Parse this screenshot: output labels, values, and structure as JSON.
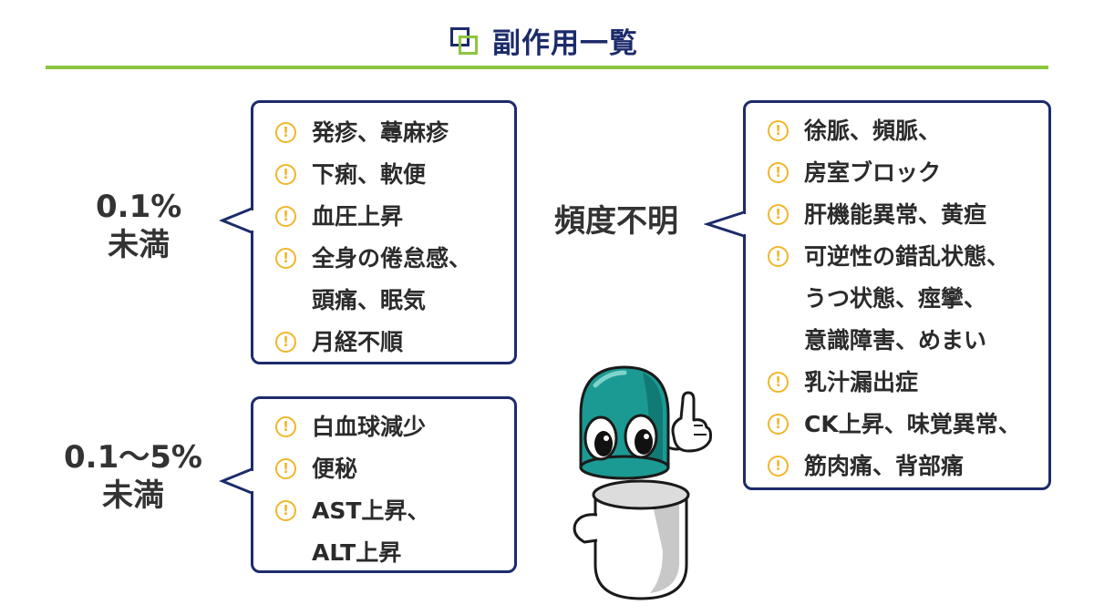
{
  "title": "副作用一覧",
  "colors": {
    "navy": "#1c2b6b",
    "green": "#8cc63f",
    "warning": "#f2b62a",
    "teal": "#1b9a93"
  },
  "icons": {
    "title": "overlapping-squares-icon",
    "item": "exclamation-circle-icon"
  },
  "groups": [
    {
      "label": [
        "0.1%",
        "未満"
      ],
      "items": [
        {
          "lines": [
            "発疹、蕁麻疹"
          ]
        },
        {
          "lines": [
            "下痢、軟便"
          ]
        },
        {
          "lines": [
            "血圧上昇"
          ]
        },
        {
          "lines": [
            "全身の倦怠感、",
            "頭痛、眠気"
          ]
        },
        {
          "lines": [
            "月経不順"
          ]
        }
      ]
    },
    {
      "label": [
        "0.1～5%",
        "未満"
      ],
      "items": [
        {
          "lines": [
            "白血球減少"
          ]
        },
        {
          "lines": [
            "便秘"
          ]
        },
        {
          "lines": [
            "AST上昇、",
            "ALT上昇"
          ]
        }
      ]
    },
    {
      "label": [
        "頻度不明"
      ],
      "items": [
        {
          "lines": [
            "徐脈、頻脈、"
          ]
        },
        {
          "lines": [
            "房室ブロック"
          ]
        },
        {
          "lines": [
            "肝機能異常、黄疸"
          ]
        },
        {
          "lines": [
            "可逆性の錯乱状態、",
            "うつ状態、痙攣、",
            "意識障害、めまい"
          ]
        },
        {
          "lines": [
            "乳汁漏出症"
          ]
        },
        {
          "lines": [
            "CK上昇、味覚異常、"
          ]
        },
        {
          "lines": [
            "筋肉痛、背部痛"
          ]
        }
      ]
    }
  ]
}
